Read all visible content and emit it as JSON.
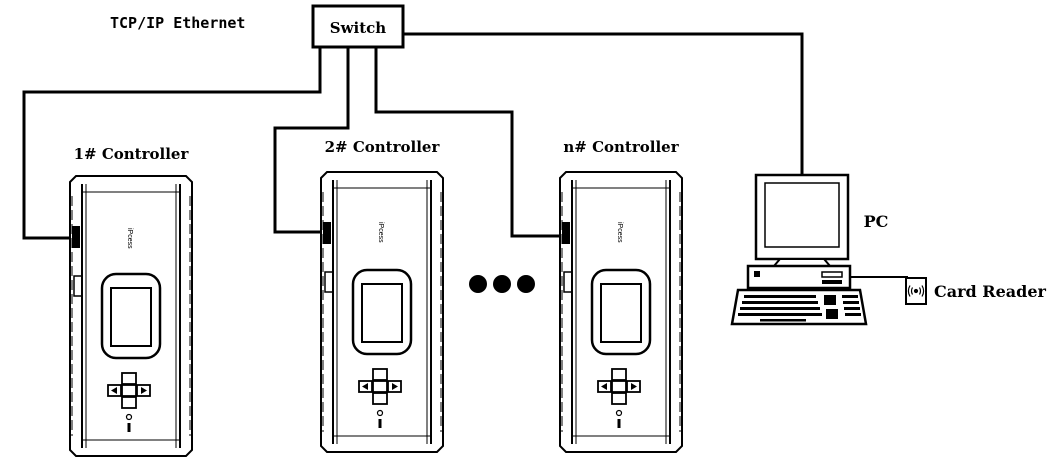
{
  "network_label": "TCP/IP Ethernet",
  "switch_label": "Switch",
  "controllers": [
    {
      "label": "1# Controller",
      "brand": "iPcess"
    },
    {
      "label": "2# Controller",
      "brand": "iPcess"
    },
    {
      "label": "n# Controller",
      "brand": "iPcess"
    }
  ],
  "pc_label": "PC",
  "card_reader_label": "Card Reader",
  "colors": {
    "line": "#000000",
    "background": "#ffffff"
  }
}
